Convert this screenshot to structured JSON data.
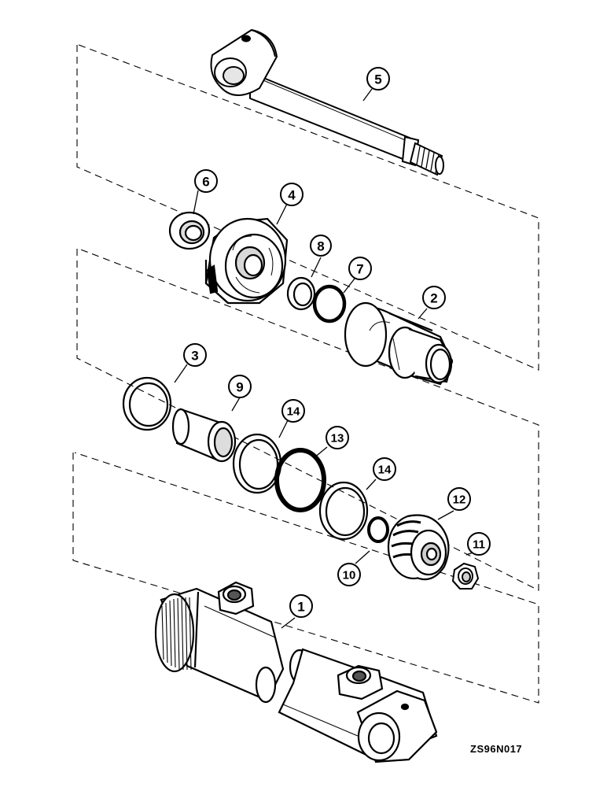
{
  "callouts": {
    "c1": "1",
    "c2": "2",
    "c3": "3",
    "c4": "4",
    "c5": "5",
    "c6": "6",
    "c7": "7",
    "c8": "8",
    "c9": "9",
    "c10": "10",
    "c11": "11",
    "c12": "12",
    "c13": "13",
    "c14a": "14",
    "c14b": "14"
  },
  "figure_code": "ZS96N017"
}
